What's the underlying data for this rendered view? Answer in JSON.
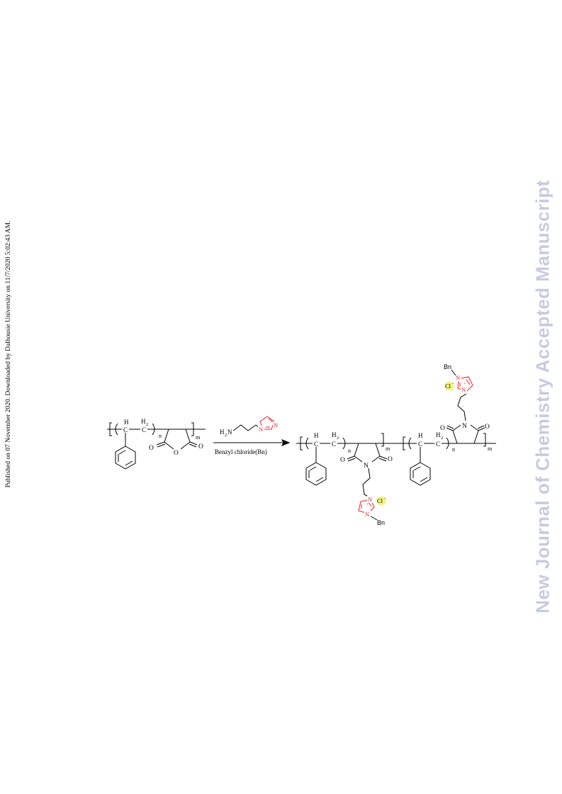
{
  "side_note": "Published on 07 November 2020. Downloaded by Dalhousie University on 11/7/2020 5:02:43 AM.",
  "watermark": "New Journal of Chemistry Accepted Manuscript",
  "scheme": {
    "reagent_label": "Benzyl chloride(Bn)",
    "labels": {
      "H": "H",
      "H2": "H",
      "sub2": "2",
      "C": "C",
      "n": "n",
      "m": "m",
      "O": "O",
      "N": "N",
      "Bn": "Bn",
      "Cl": "Cl",
      "minus": "-",
      "plus": "+"
    },
    "colors": {
      "bond": "#000000",
      "imidazole": "#e8202a",
      "highlight": "#f2f57c"
    }
  }
}
